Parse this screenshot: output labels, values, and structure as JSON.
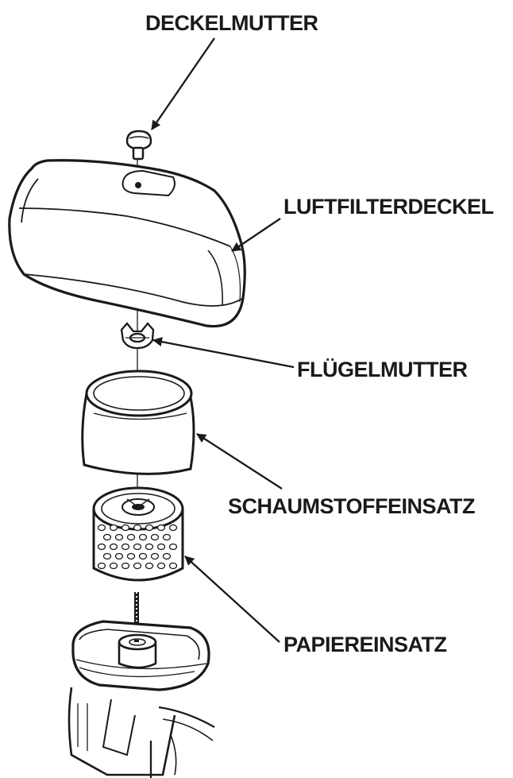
{
  "labels": {
    "cover_nut": "DECKELMUTTER",
    "air_filter_cover": "LUFTFILTERDECKEL",
    "wing_nut": "FLÜGELMUTTER",
    "foam_element": "SCHAUMSTOFFEINSATZ",
    "paper_element": "PAPIEREINSATZ"
  },
  "colors": {
    "line": "#1a1a1a",
    "background": "#ffffff"
  }
}
